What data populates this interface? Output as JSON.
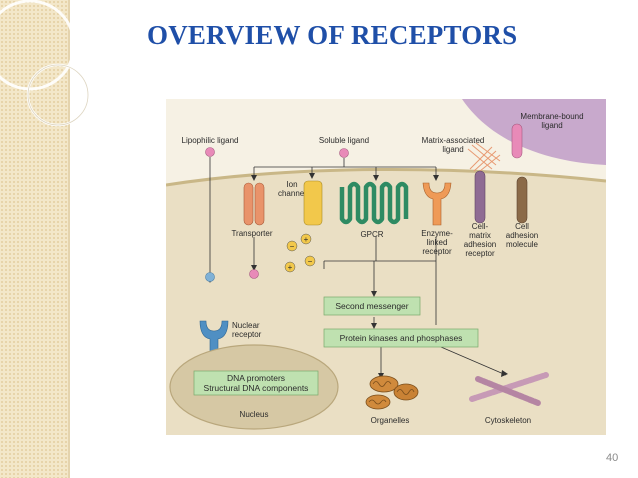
{
  "slide": {
    "title": "OVERVIEW OF RECEPTORS",
    "page_number": "40"
  },
  "diagram": {
    "lipophilic_ligand": "Lipophilic ligand",
    "soluble_ligand": "Soluble ligand",
    "matrix_ligand_1": "Matrix-associated",
    "matrix_ligand_2": "ligand",
    "membrane_ligand_1": "Membrane-bound",
    "membrane_ligand_2": "ligand",
    "ion_channel_1": "Ion",
    "ion_channel_2": "channel",
    "transporter": "Transporter",
    "gpcr": "GPCR",
    "enzyme_1": "Enzyme-",
    "enzyme_2": "linked",
    "enzyme_3": "receptor",
    "cell_matrix_1": "Cell-",
    "cell_matrix_2": "matrix",
    "cell_matrix_3": "adhesion",
    "cell_matrix_4": "receptor",
    "cell_adhesion_1": "Cell",
    "cell_adhesion_2": "adhesion",
    "cell_adhesion_3": "molecule",
    "nuclear_receptor_1": "Nuclear",
    "nuclear_receptor_2": "receptor",
    "second_messenger": "Second messenger",
    "kinases": "Protein kinases and phosphases",
    "dna_1": "DNA promoters",
    "dna_2": "Structural DNA components",
    "nucleus": "Nucleus",
    "organelles": "Organelles",
    "cytoskeleton": "Cytoskeleton",
    "ion_minus": "−",
    "ion_plus": "+"
  },
  "colors": {
    "title": "#1f4fa8",
    "background": "#f6f1e4",
    "cytoplasm": "#eadfc4",
    "membrane": "#c9b787",
    "membrane_bound_cell": "#c8a9cc",
    "transporter": "#e9936a",
    "ion_channel": "#f2c84b",
    "gpcr": "#3aa87a",
    "enzyme_receptor": "#ef9a57",
    "cell_matrix_receptor": "#8f6b93",
    "cell_adhesion": "#8b6a48",
    "ligand_pink": "#e88ab8",
    "ligand_blue": "#7fb1d6",
    "nuclear_receptor": "#4f8fc3",
    "green_box": "#bfe1b0",
    "nucleus": "#d6c8a4",
    "cytoskeleton": "#c79ab6"
  }
}
